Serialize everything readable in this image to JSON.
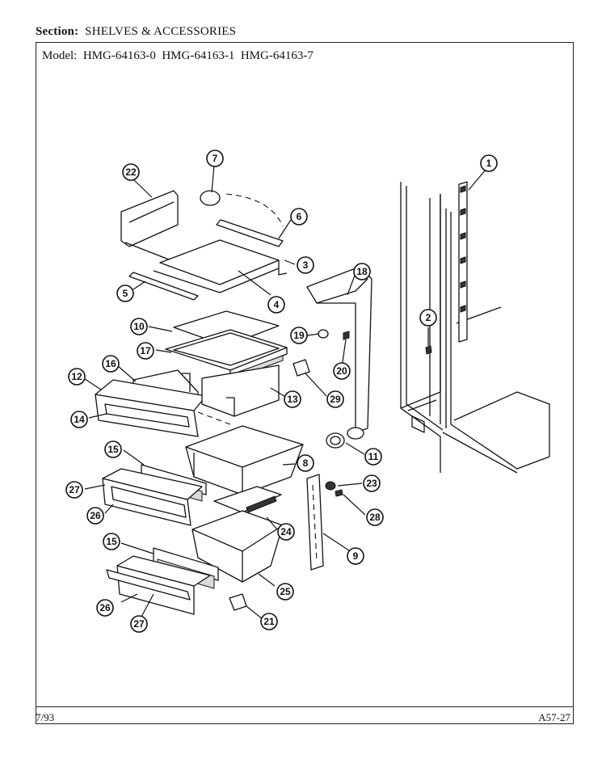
{
  "header": {
    "section_label": "Section:",
    "section_title": "SHELVES & ACCESSORIES"
  },
  "model_line": {
    "label": "Model:",
    "models": [
      "HMG-64163-0",
      "HMG-64163-1",
      "HMG-64163-7"
    ]
  },
  "footer": {
    "date": "7/93",
    "page_ref": "A57-27"
  },
  "callouts": [
    "1",
    "2",
    "3",
    "4",
    "5",
    "6",
    "7",
    "8",
    "9",
    "10",
    "11",
    "12",
    "13",
    "14",
    "15",
    "15",
    "16",
    "17",
    "18",
    "19",
    "20",
    "21",
    "22",
    "23",
    "24",
    "25",
    "26",
    "26",
    "27",
    "27",
    "28",
    "29"
  ]
}
